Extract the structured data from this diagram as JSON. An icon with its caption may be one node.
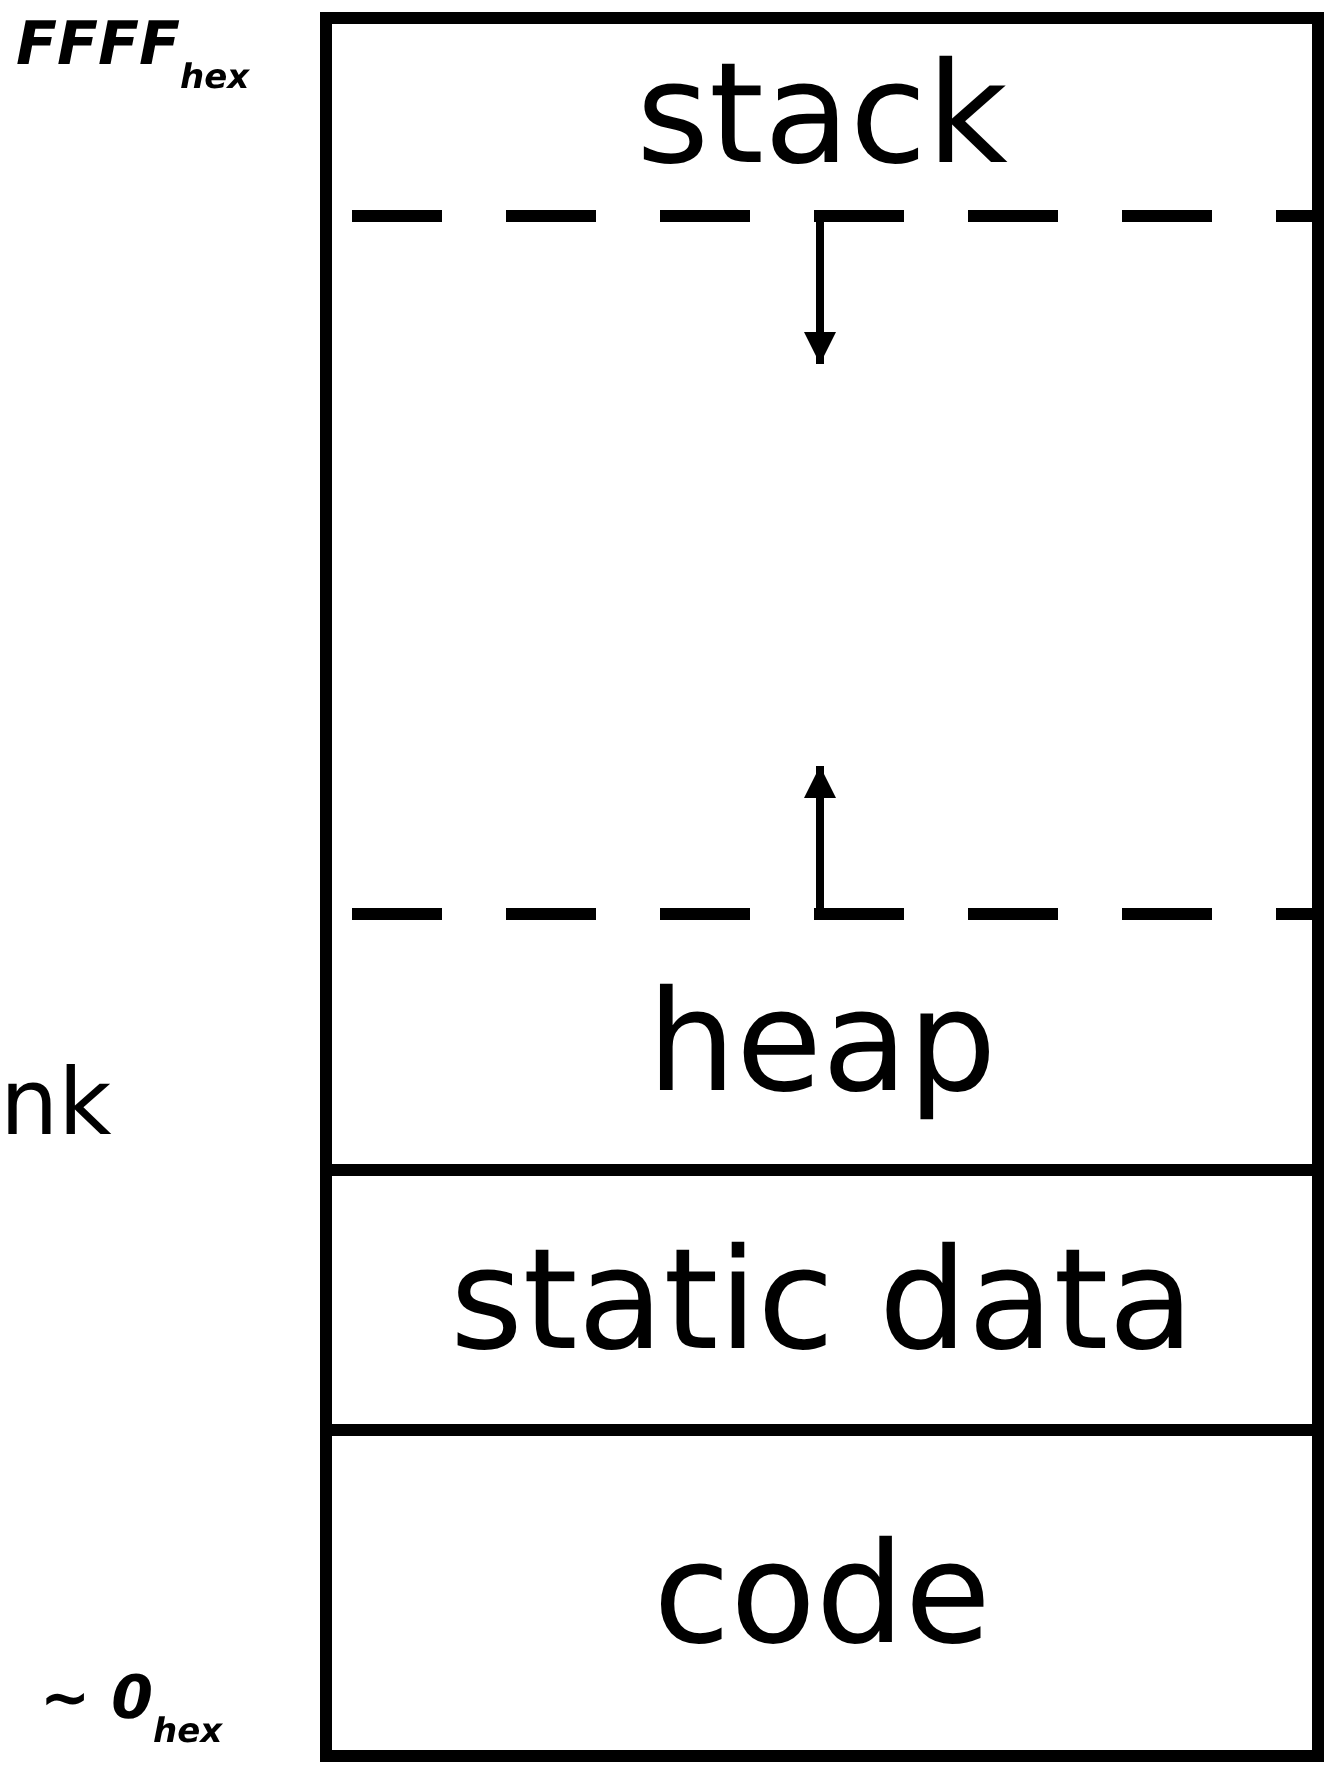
{
  "diagram": {
    "nodes": [
      {
        "text": [
          "stack"
        ]
      },
      {
        "text": [
          "heap"
        ]
      },
      {
        "text": [
          "static data"
        ]
      },
      {
        "text": [
          "code"
        ]
      }
    ],
    "edges": [],
    "labels": [
      "FFFF$_{hex}$",
      "nk",
      "~ 0$_{hex}$"
    ]
  }
}
